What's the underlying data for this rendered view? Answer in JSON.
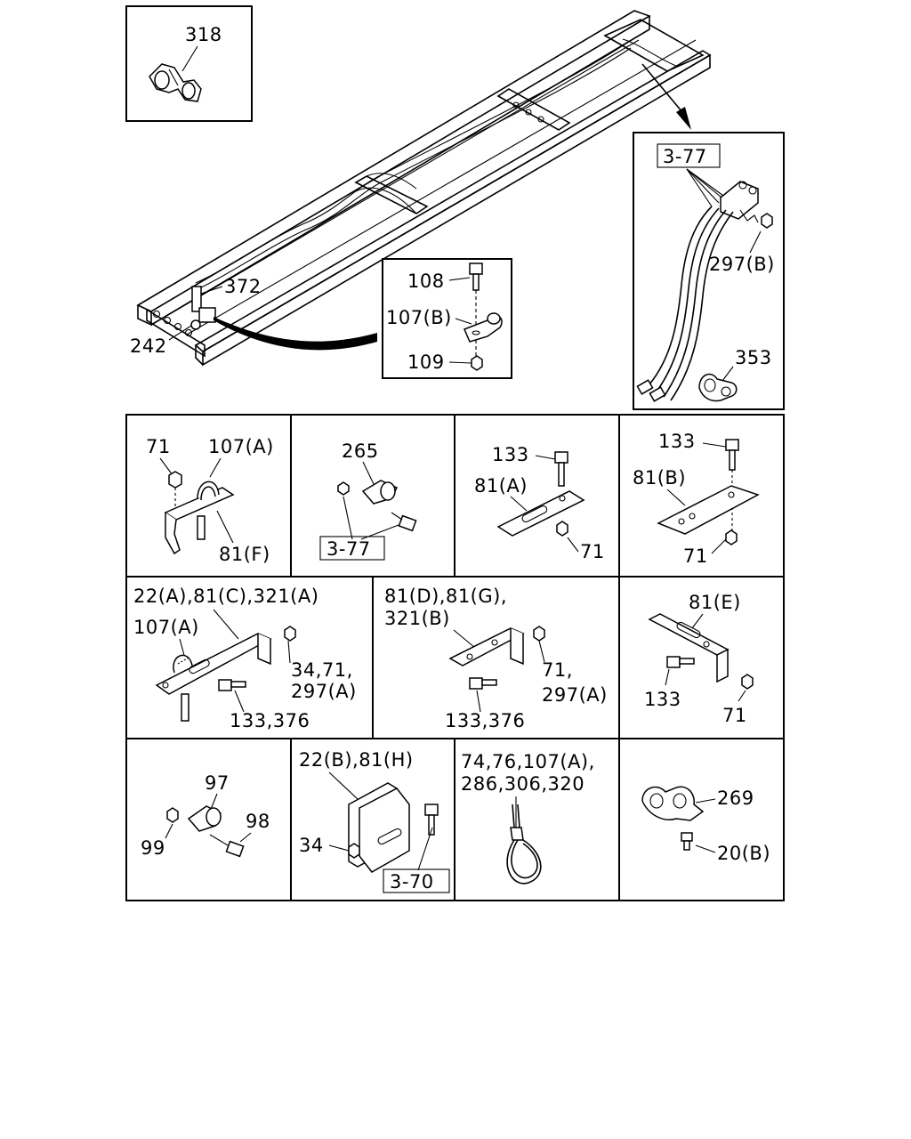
{
  "inset_top_left": {
    "label": "318"
  },
  "frame": {
    "label_372": "372",
    "label_242": "242"
  },
  "inset_mount": {
    "label_108": "108",
    "label_107b": "107(B)",
    "label_109": "109"
  },
  "inset_hose": {
    "ref_box": "3-77",
    "label_297b": "297(B)",
    "label_353": "353"
  },
  "cells": {
    "c11": {
      "l1": "71",
      "l2": "107(A)",
      "l3": "81(F)"
    },
    "c12": {
      "l1": "265",
      "ref": "3-77"
    },
    "c13": {
      "l1": "133",
      "l2": "81(A)",
      "l3": "71"
    },
    "c14": {
      "l1": "133",
      "l2": "81(B)",
      "l3": "71"
    },
    "c21": {
      "head": "22(A),81(C),321(A)",
      "l1": "107(A)",
      "l2": "34,71,",
      "l3": "297(A)",
      "l4": "133,376"
    },
    "c22": {
      "head1": "81(D),81(G),",
      "head2": "321(B)",
      "l1": "71,",
      "l2": "297(A)",
      "l3": "133,376"
    },
    "c23": {
      "l1": "81(E)",
      "l2": "133",
      "l3": "71"
    },
    "c31": {
      "l1": "97",
      "l2": "98",
      "l3": "99"
    },
    "c32": {
      "head": "22(B),81(H)",
      "l1": "34",
      "ref": "3-70"
    },
    "c33": {
      "head1": "74,76,107(A),",
      "head2": "286,306,320"
    },
    "c34": {
      "l1": "269",
      "l2": "20(B)"
    }
  }
}
